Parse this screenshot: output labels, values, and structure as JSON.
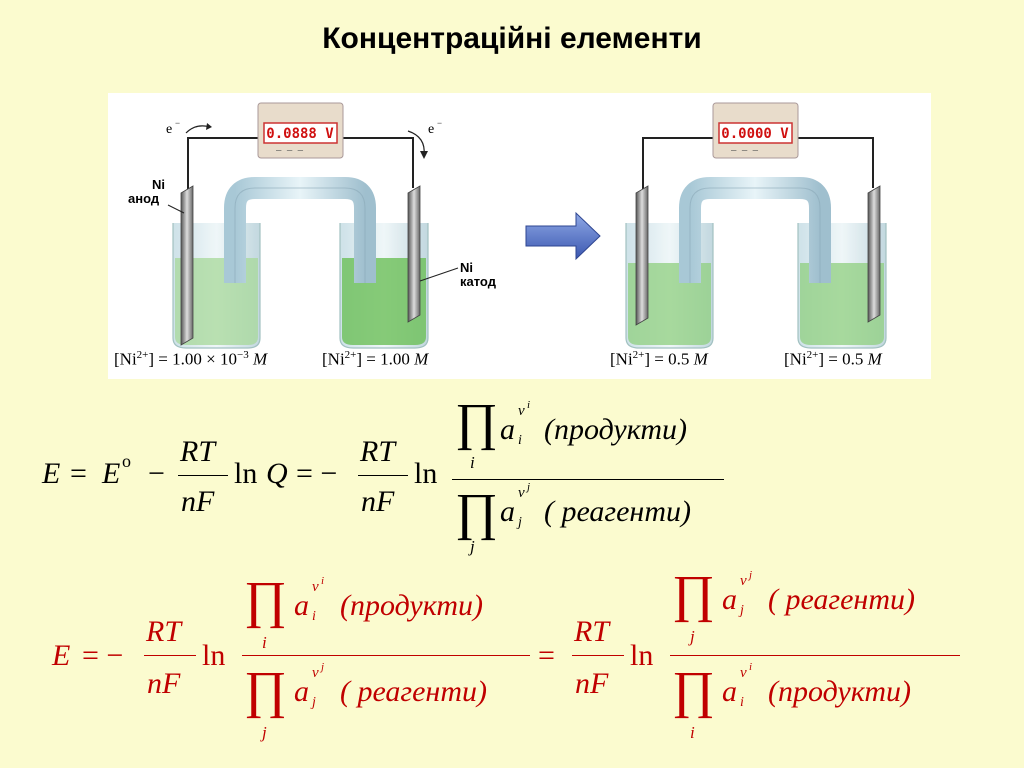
{
  "title": "Концентраційні елементи",
  "figure": {
    "left_meter_reading": "0.0888 V",
    "right_meter_reading": "0.0000 V",
    "electron_left": "e",
    "electron_right": "e",
    "anode_label_1": "Ni",
    "anode_label_2": "анод",
    "cathode_label_1": "Ni",
    "cathode_label_2": "катод",
    "conc_1_left": "[Ni",
    "conc_1_sup": "2+",
    "conc_1_right": "] = 1.00 × 10",
    "conc_1_exp": "−3",
    "conc_1_unit": "M",
    "conc_2_left": "[Ni",
    "conc_2_sup": "2+",
    "conc_2_right": "] = 1.00",
    "conc_2_unit": "M",
    "conc_3_left": "[Ni",
    "conc_3_sup": "2+",
    "conc_3_right": "] = 0.5",
    "conc_3_unit": "M",
    "conc_4_left": "[Ni",
    "conc_4_sup": "2+",
    "conc_4_right": "] = 0.5",
    "conc_4_unit": "M",
    "arrow_color": "#4f6fc9",
    "solution_color": "#8fcf7f"
  },
  "equation1": {
    "E": "E",
    "eq": "=",
    "E0": "E",
    "E0_sup": "o",
    "minus": "−",
    "RT": "RT",
    "nF": "nF",
    "ln": "ln",
    "Q": "Q",
    "eq2": "= −",
    "RT2": "RT",
    "nF2": "nF",
    "ln2": "ln",
    "prod": "∏",
    "a": "a",
    "nu_i": "ν",
    "i": "i",
    "j": "j",
    "products": "(продукти)",
    "reagents": "( реагенти)",
    "color": "#000000"
  },
  "equation2": {
    "E": "E",
    "eq": "= −",
    "RT": "RT",
    "nF": "nF",
    "ln": "ln",
    "eq2": "=",
    "prod": "∏",
    "a": "a",
    "nu": "ν",
    "i": "i",
    "j": "j",
    "products": "(продукти)",
    "reagents": "( реагенти)",
    "reagents2": "( реагенти)",
    "products2": "(продукти)",
    "color": "#c00000"
  }
}
